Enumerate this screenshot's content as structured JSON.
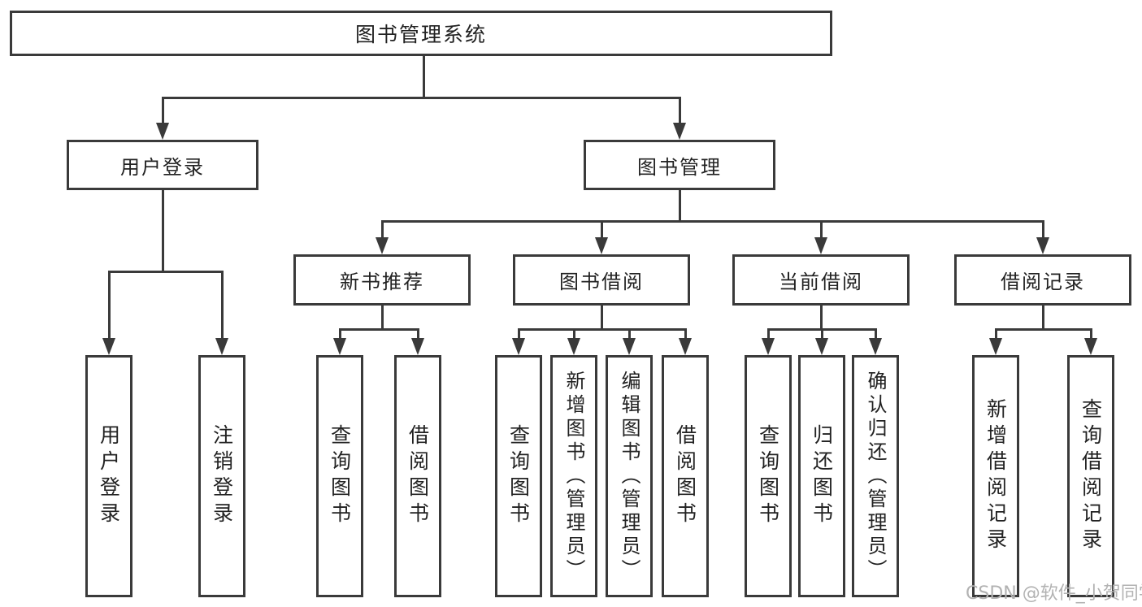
{
  "diagram": {
    "title": "图书管理系统",
    "root": {
      "label": "图书管理系统"
    },
    "branches": [
      {
        "label": "用户登录",
        "children": [
          {
            "label": "用户登录"
          },
          {
            "label": "注销登录"
          }
        ]
      },
      {
        "label": "图书管理",
        "sections": [
          {
            "label": "新书推荐",
            "children": [
              {
                "label": "查询图书"
              },
              {
                "label": "借阅图书"
              }
            ]
          },
          {
            "label": "图书借阅",
            "children": [
              {
                "label": "查询图书"
              },
              {
                "label": "新增图书（管理员）"
              },
              {
                "label": "编辑图书（管理员）"
              },
              {
                "label": "借阅图书"
              }
            ]
          },
          {
            "label": "当前借阅",
            "children": [
              {
                "label": "查询图书"
              },
              {
                "label": "归还图书"
              },
              {
                "label": "确认归还（管理员）"
              }
            ]
          },
          {
            "label": "借阅记录",
            "children": [
              {
                "label": "新增借阅记录"
              },
              {
                "label": "查询借阅记录"
              }
            ]
          }
        ]
      }
    ]
  },
  "watermark": {
    "text": "CSDN @软件_小贺同学"
  },
  "colors": {
    "line": "#3a3a3a",
    "text": "#222222",
    "watermark": "#b2b2b2",
    "background": "#ffffff"
  }
}
